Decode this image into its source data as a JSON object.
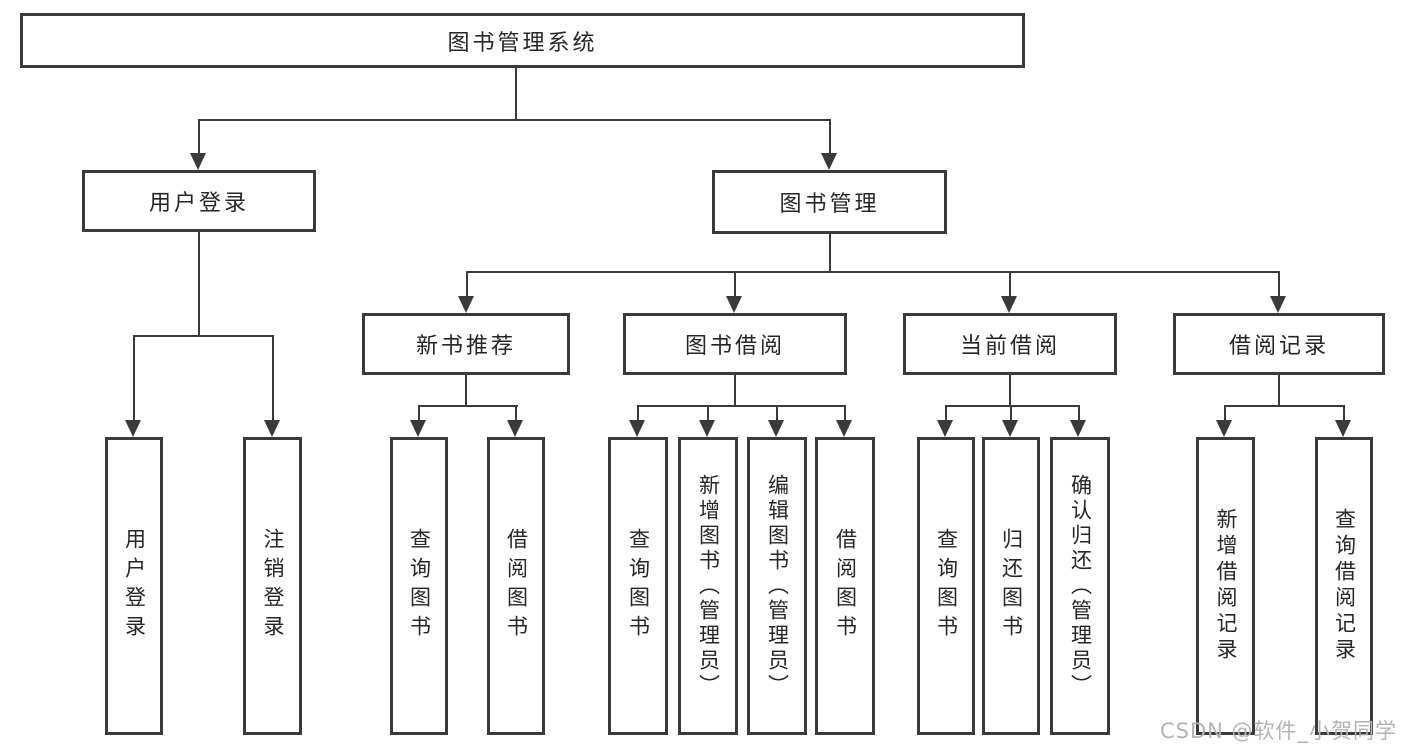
{
  "diagram_title": "图书管理系统",
  "colors": {
    "line": "#3a3a3a",
    "text": "#262626",
    "wm": "#b4b4b4",
    "bg": "#ffffff"
  },
  "nodes": {
    "root": {
      "label": "图书管理系统"
    },
    "user_login": {
      "label": "用户登录"
    },
    "book_mgmt": {
      "label": "图书管理"
    },
    "new_book_rec": {
      "label": "新书推荐"
    },
    "book_borrow": {
      "label": "图书借阅"
    },
    "current_borrow": {
      "label": "当前借阅"
    },
    "borrow_record": {
      "label": "借阅记录"
    },
    "leaves": {
      "user_login": {
        "label": "用户登录"
      },
      "logout": {
        "label": "注销登录"
      },
      "nbr_query": {
        "label": "查询图书"
      },
      "nbr_borrow": {
        "label": "借阅图书"
      },
      "bb_query": {
        "label": "查询图书"
      },
      "bb_add": {
        "label": "新增图书（管理员）"
      },
      "bb_edit": {
        "label": "编辑图书（管理员）"
      },
      "bb_borrow": {
        "label": "借阅图书"
      },
      "cb_query": {
        "label": "查询图书"
      },
      "cb_return": {
        "label": "归还图书"
      },
      "cb_confirm": {
        "label": "确认归还（管理员）"
      },
      "br_add": {
        "label": "新增借阅记录"
      },
      "br_query": {
        "label": "查询借阅记录"
      }
    }
  },
  "watermark": {
    "text": "CSDN @软件_小贺同学"
  }
}
